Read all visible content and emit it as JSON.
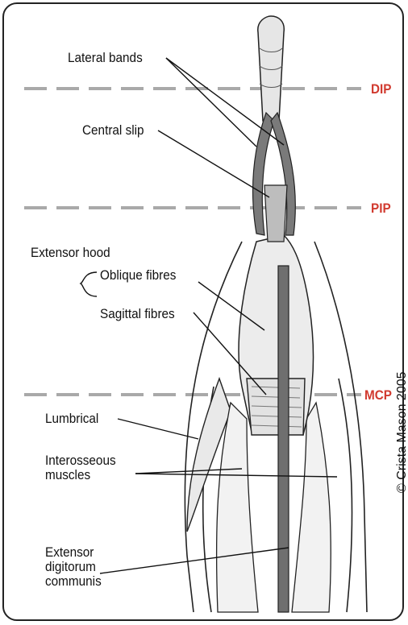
{
  "colors": {
    "joint": "#d13a2f",
    "dash": "#a9a9a9",
    "line": "#111111",
    "tendon": "#6f6f6f"
  },
  "joints": {
    "dip": "DIP",
    "pip": "PIP",
    "mcp": "MCP"
  },
  "labels": {
    "lateral_bands": "Lateral bands",
    "central_slip": "Central slip",
    "extensor_hood": "Extensor hood",
    "oblique_fibres": "Oblique fibres",
    "sagittal_fibres": "Sagittal fibres",
    "lumbrical": "Lumbrical",
    "interosseous_1": "Interosseous",
    "interosseous_2": "muscles",
    "edc_1": "Extensor",
    "edc_2": "digitorum",
    "edc_3": "communis"
  },
  "copyright": "© Crista Mason 2005"
}
